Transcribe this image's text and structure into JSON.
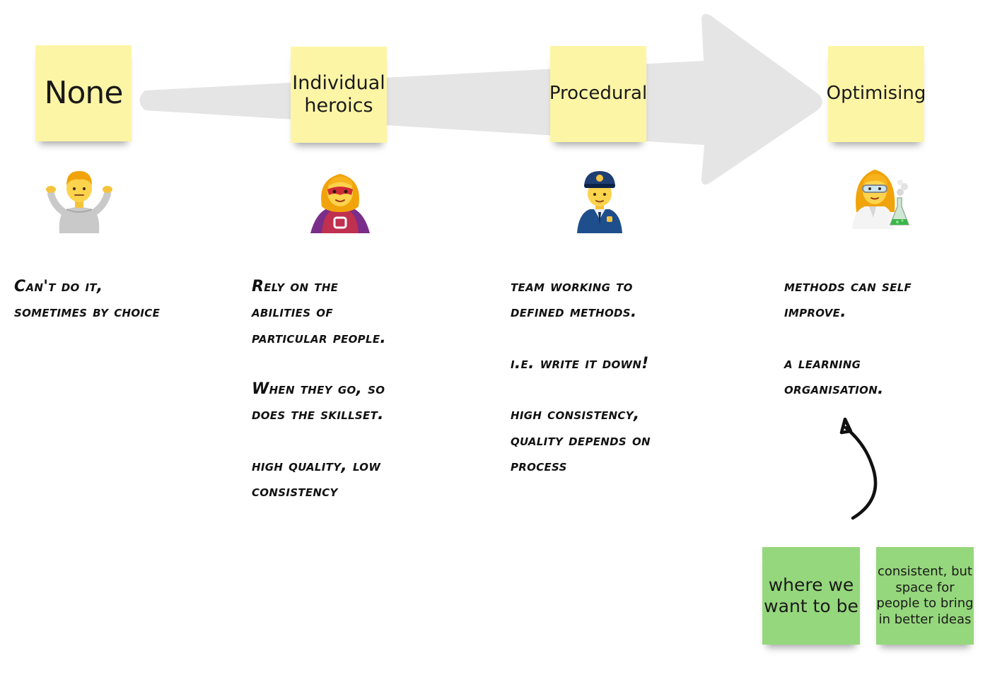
{
  "stages": [
    {
      "note": "None",
      "icon": "person-shrugging-icon",
      "description": [
        "Can't do it,",
        "sometimes by choice"
      ]
    },
    {
      "note": "Individual\nheroics",
      "icon": "woman-superhero-icon",
      "description": [
        "Rely on the",
        "abilities of",
        "particular people.",
        "",
        "When they go, so",
        "does the skillset.",
        "",
        "high quality, low",
        "consistency"
      ]
    },
    {
      "note": "Procedural",
      "icon": "police-officer-icon",
      "description": [
        "team working to",
        "defined methods.",
        "",
        "i.e. write it down!",
        "",
        "high consistency,",
        "quality depends on",
        "process"
      ]
    },
    {
      "note": "Optimising",
      "icon": "woman-scientist-icon",
      "description": [
        "methods can self",
        "improve.",
        "",
        "a learning",
        "organisation."
      ]
    }
  ],
  "target_notes": [
    {
      "text": "where we\nwant to be"
    },
    {
      "text": "consistent, but\nspace for\npeople to bring\nin better ideas"
    }
  ],
  "colors": {
    "yellow_note": "#fdf5a6",
    "green_note": "#95d77c",
    "arrow": "#e5e5e5",
    "ink": "#111111"
  }
}
